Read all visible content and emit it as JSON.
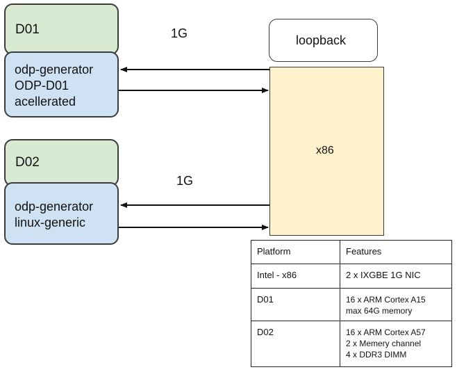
{
  "d01": {
    "header": "D01",
    "lines": [
      "odp-generator",
      "ODP-D01",
      "acellerated"
    ]
  },
  "d02": {
    "header": "D02",
    "lines": [
      "odp-generator",
      "linux-generic"
    ]
  },
  "link_top": "1G",
  "link_bottom": "1G",
  "loopback": "loopback",
  "x86": "x86",
  "table": {
    "headers": [
      "Platform",
      "Features"
    ],
    "rows": [
      {
        "platform": "Intel - x86",
        "features": [
          "2 x IXGBE 1G NIC"
        ]
      },
      {
        "platform": "D01",
        "features": [
          "16 x ARM Cortex A15",
          "max 64G memory"
        ]
      },
      {
        "platform": "D02",
        "features": [
          "16 x ARM Cortex A57",
          "2 x Memery channel",
          "4 x  DDR3 DIMM"
        ]
      }
    ]
  },
  "colors": {
    "header_green": "#d9ead3",
    "node_blue": "#cfe2f3",
    "x86_tan": "#fff2cc",
    "border": "#3a3a3a"
  }
}
